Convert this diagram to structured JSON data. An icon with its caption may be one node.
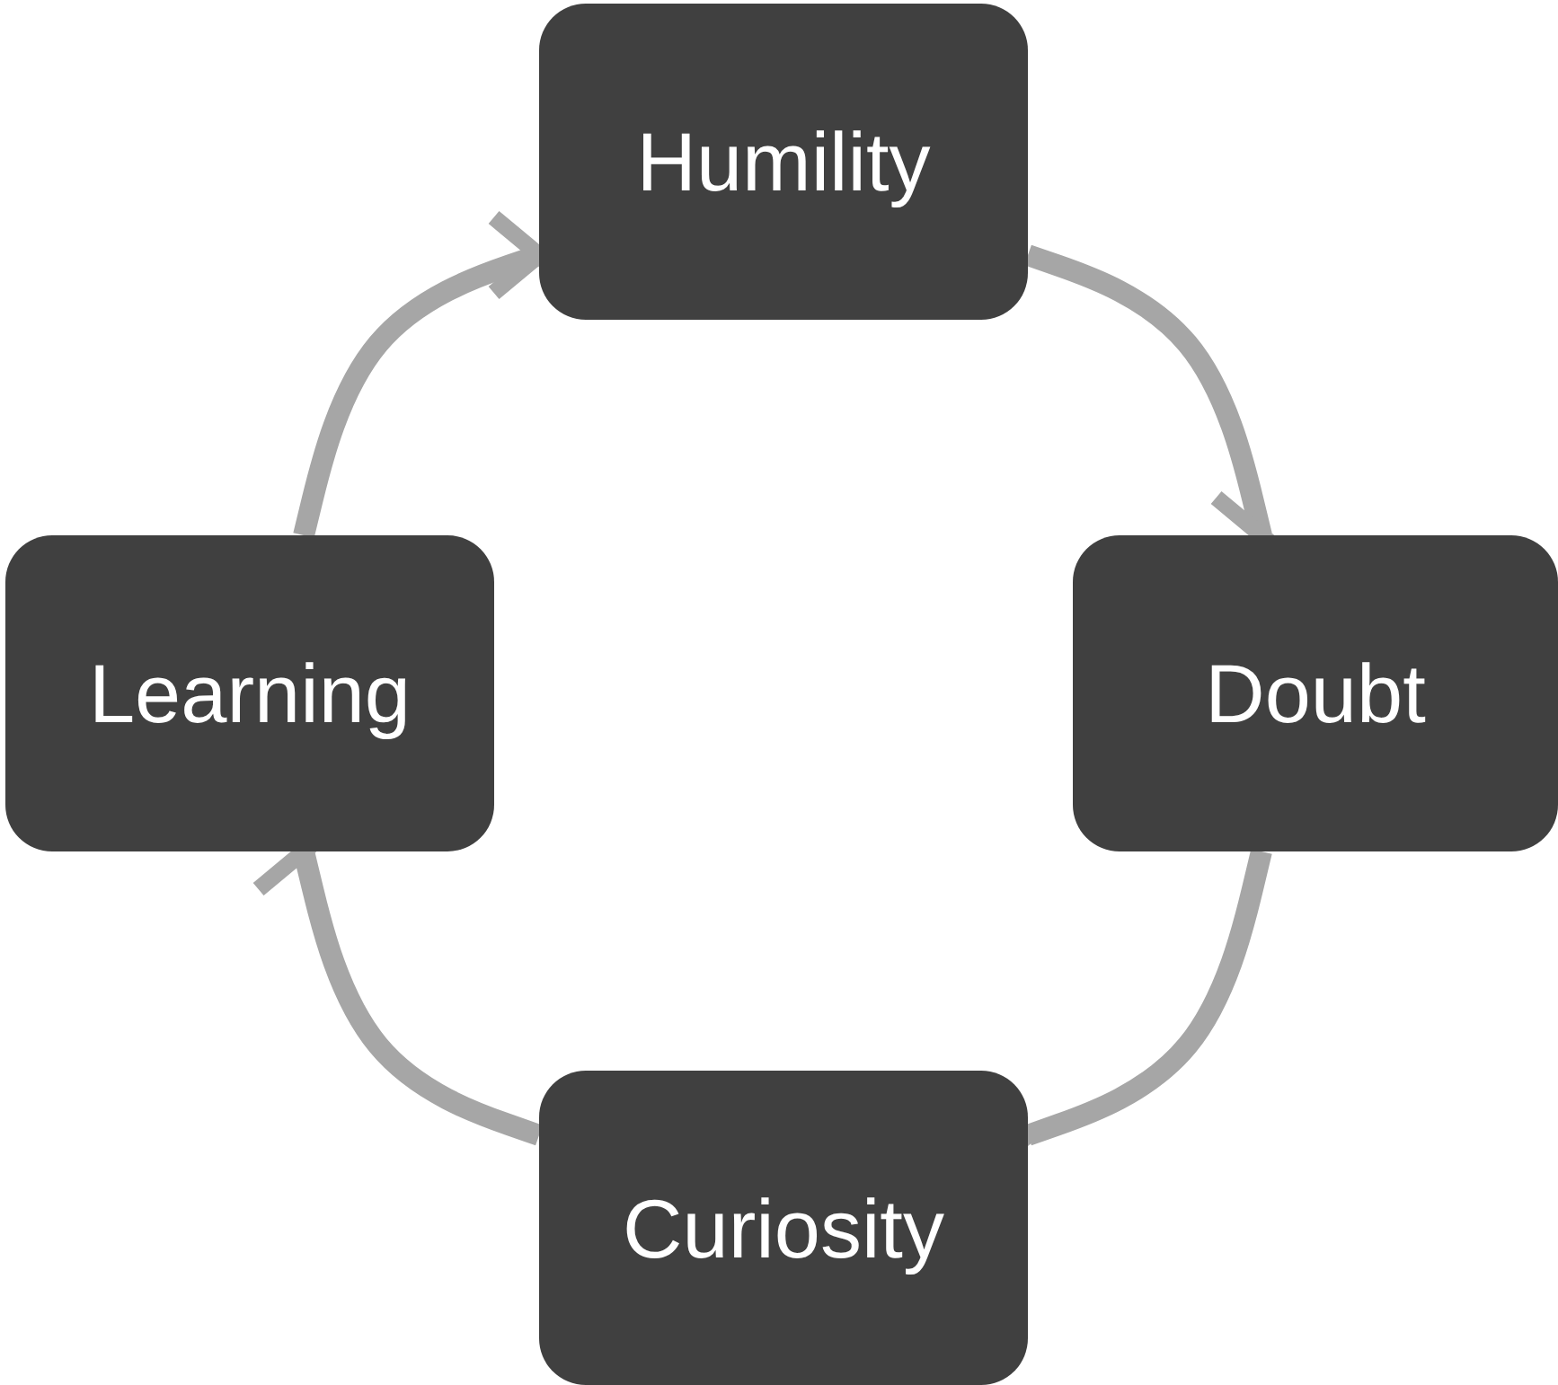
{
  "diagram": {
    "nodes": [
      {
        "text": [
          "Humility"
        ]
      },
      {
        "text": [
          "Doubt"
        ]
      },
      {
        "text": [
          "Curiosity"
        ]
      },
      {
        "text": [
          "Learning"
        ]
      }
    ],
    "edges": [
      {
        "from": 0,
        "to": 1,
        "arrow": "to"
      },
      {
        "from": 1,
        "to": 2,
        "arrow": "to"
      },
      {
        "from": 2,
        "to": 3,
        "arrow": "to"
      },
      {
        "from": 3,
        "to": 0,
        "arrow": "to"
      }
    ]
  }
}
